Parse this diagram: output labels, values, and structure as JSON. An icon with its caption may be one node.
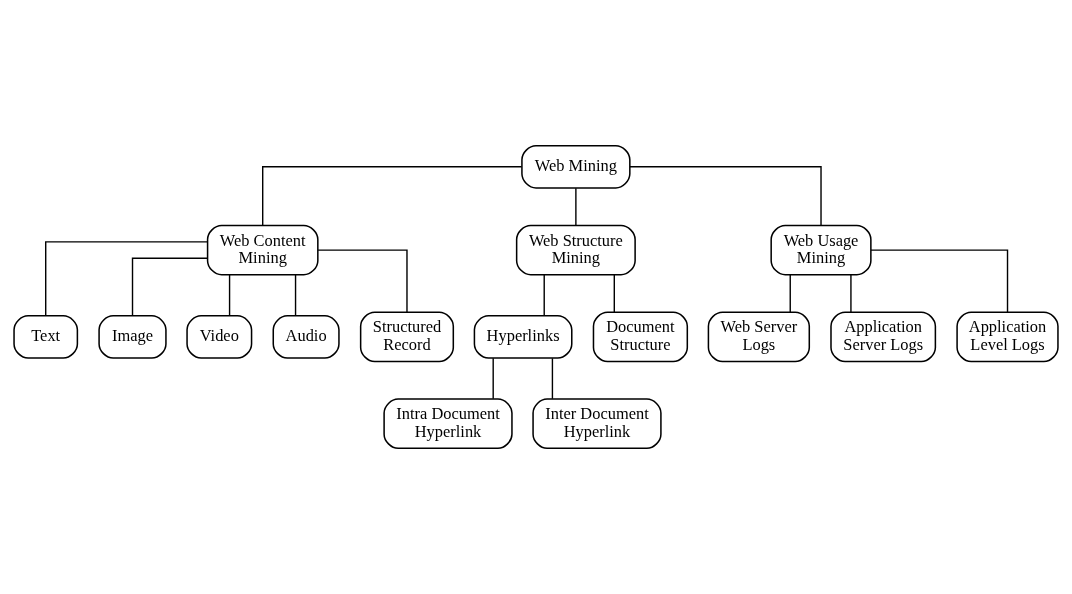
{
  "diagram": {
    "nodes": [
      {
        "text": [
          "Web Mining"
        ]
      },
      {
        "text": [
          "Web Content Mining"
        ]
      },
      {
        "text": [
          "Web Structure Mining"
        ]
      },
      {
        "text": [
          "Web Usage Mining"
        ]
      },
      {
        "text": [
          "Text"
        ]
      },
      {
        "text": [
          "Image"
        ]
      },
      {
        "text": [
          "Video"
        ]
      },
      {
        "text": [
          "Audio"
        ]
      },
      {
        "text": [
          "Structured Record"
        ]
      },
      {
        "text": [
          "Web Server Logs"
        ]
      },
      {
        "text": [
          "Application Server Logs"
        ]
      },
      {
        "text": [
          "Application Level Logs"
        ]
      },
      {
        "text": [
          "Hyperlinks"
        ]
      },
      {
        "text": [
          "Document Structure"
        ]
      },
      {
        "text": [
          "Intra Document Hyperlink"
        ]
      },
      {
        "text": [
          "Inter Document Hyperlink"
        ]
      }
    ],
    "edges": [
      {
        "from": 0,
        "to": 1,
        "arrow": "none"
      },
      {
        "from": 0,
        "to": 2,
        "arrow": "none"
      },
      {
        "from": 0,
        "to": 3,
        "arrow": "none"
      },
      {
        "from": 1,
        "to": 4,
        "arrow": "none"
      },
      {
        "from": 1,
        "to": 5,
        "arrow": "none"
      },
      {
        "from": 1,
        "to": 6,
        "arrow": "none"
      },
      {
        "from": 1,
        "to": 7,
        "arrow": "none"
      },
      {
        "from": 1,
        "to": 8,
        "arrow": "none"
      },
      {
        "from": 3,
        "to": 9,
        "arrow": "none"
      },
      {
        "from": 3,
        "to": 10,
        "arrow": "none"
      },
      {
        "from": 3,
        "to": 11,
        "arrow": "none"
      },
      {
        "from": 2,
        "to": 12,
        "arrow": "none"
      },
      {
        "from": 2,
        "to": 13,
        "arrow": "none"
      },
      {
        "from": 12,
        "to": 14,
        "arrow": "none"
      },
      {
        "from": 12,
        "to": 15,
        "arrow": "none"
      }
    ]
  }
}
